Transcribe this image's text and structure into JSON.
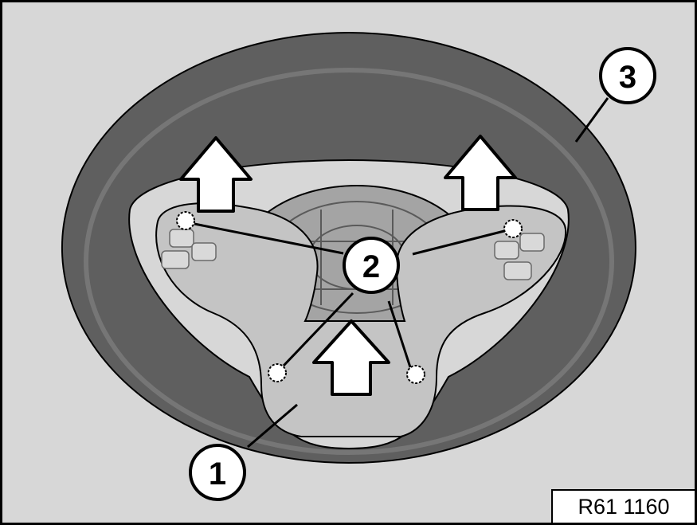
{
  "callouts": {
    "c1": "1",
    "c2": "2",
    "c3": "3"
  },
  "reference_code": "R61 1160",
  "colors": {
    "background": "#d7d7d7",
    "rim": "#5f5f5f",
    "spoke": "#c4c4c4",
    "hub": "#a4a4a4",
    "arrow_fill": "#ffffff",
    "outline": "#000000"
  }
}
